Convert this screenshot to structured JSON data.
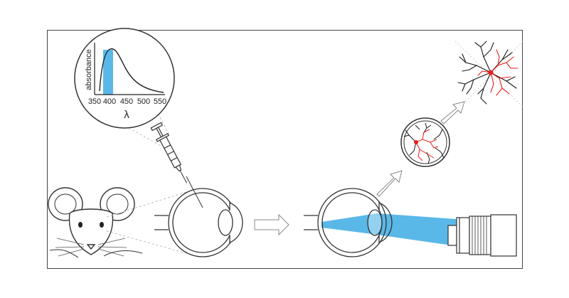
{
  "inset_chart": {
    "ylabel": "absorbance",
    "xlabel": "λ",
    "tick_labels": [
      "350",
      "400",
      "450",
      "500",
      "550"
    ]
  },
  "colors": {
    "light_blue": "#5ab8e8",
    "neuron_red": "#e8201e",
    "neuron_black": "#1a1a1a",
    "line_gray": "#9a9a9a",
    "frame": "#444444"
  },
  "icons": [
    "mouse-icon",
    "syringe-icon",
    "eye-icon",
    "neuron-icon",
    "microscope-objective-icon",
    "arrow-icon"
  ]
}
